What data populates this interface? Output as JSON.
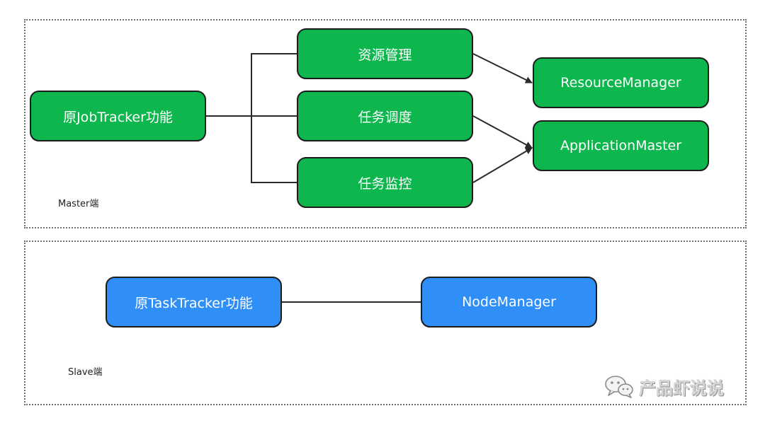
{
  "regions": {
    "master": "Master端",
    "slave": "Slave端"
  },
  "nodes": {
    "jobtracker": "原JobTracker功能",
    "resource_mgmt": "资源管理",
    "scheduling": "任务调度",
    "monitoring": "任务监控",
    "resourcemanager": "ResourceManager",
    "applicationmaster": "ApplicationMaster",
    "tasktracker": "原TaskTracker功能",
    "nodemanager": "NodeManager"
  },
  "watermark": {
    "text": "产品虾说说",
    "icon": "wechat-icon"
  },
  "colors": {
    "master_node": "#0db74d",
    "slave_node": "#2f8ff7",
    "border": "#1c1c1c"
  }
}
